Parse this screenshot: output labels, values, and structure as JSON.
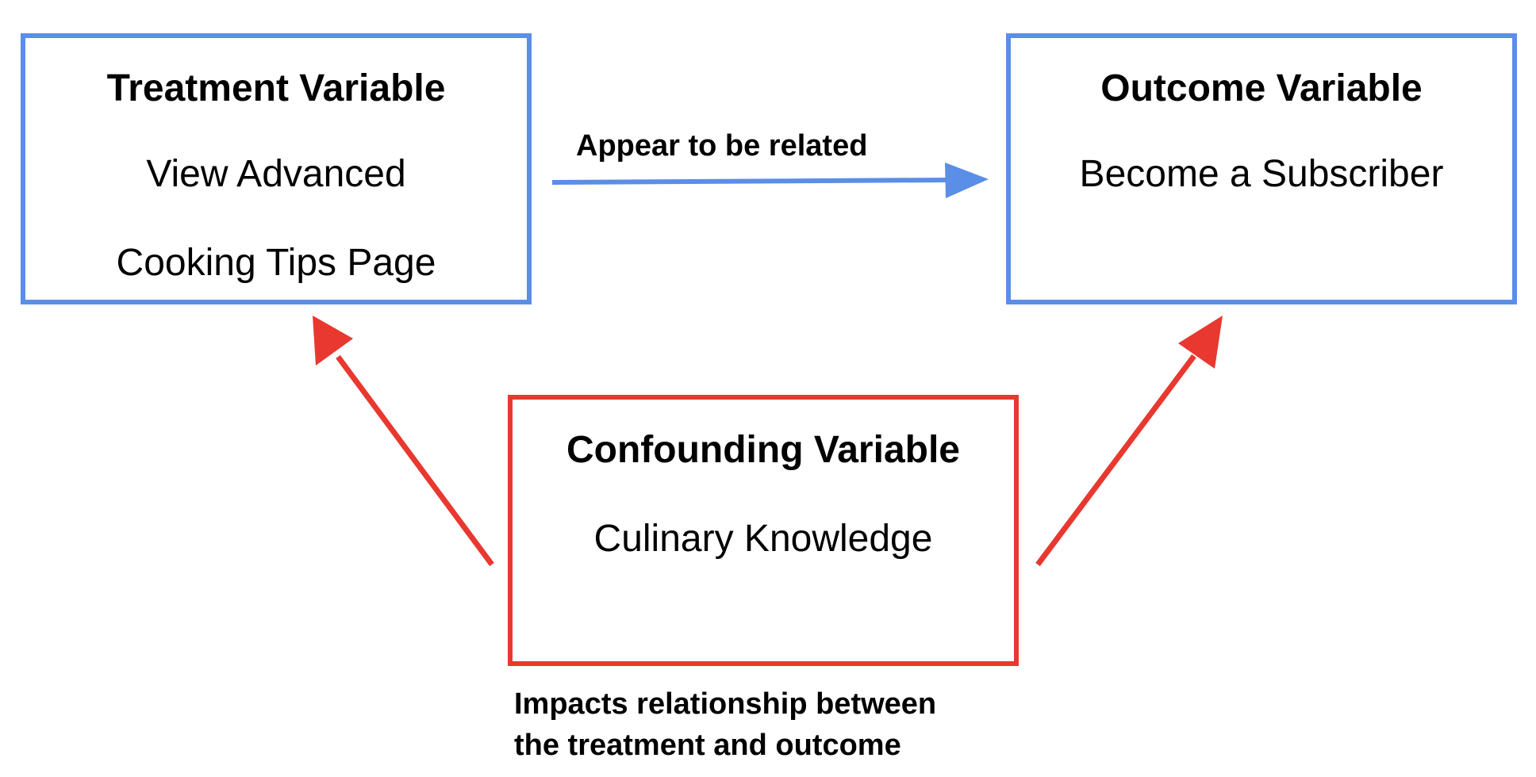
{
  "colors": {
    "blue": "#5b8ee6",
    "red": "#e8382f"
  },
  "treatment": {
    "title": "Treatment Variable",
    "line1": "View Advanced",
    "line2": "Cooking Tips Page"
  },
  "outcome": {
    "title": "Outcome Variable",
    "line1": "Become a Subscriber"
  },
  "confounding": {
    "title": "Confounding Variable",
    "line1": "Culinary Knowledge"
  },
  "labels": {
    "related": "Appear to be related",
    "impacts_line1": "Impacts relationship between",
    "impacts_line2": "the treatment and outcome"
  }
}
